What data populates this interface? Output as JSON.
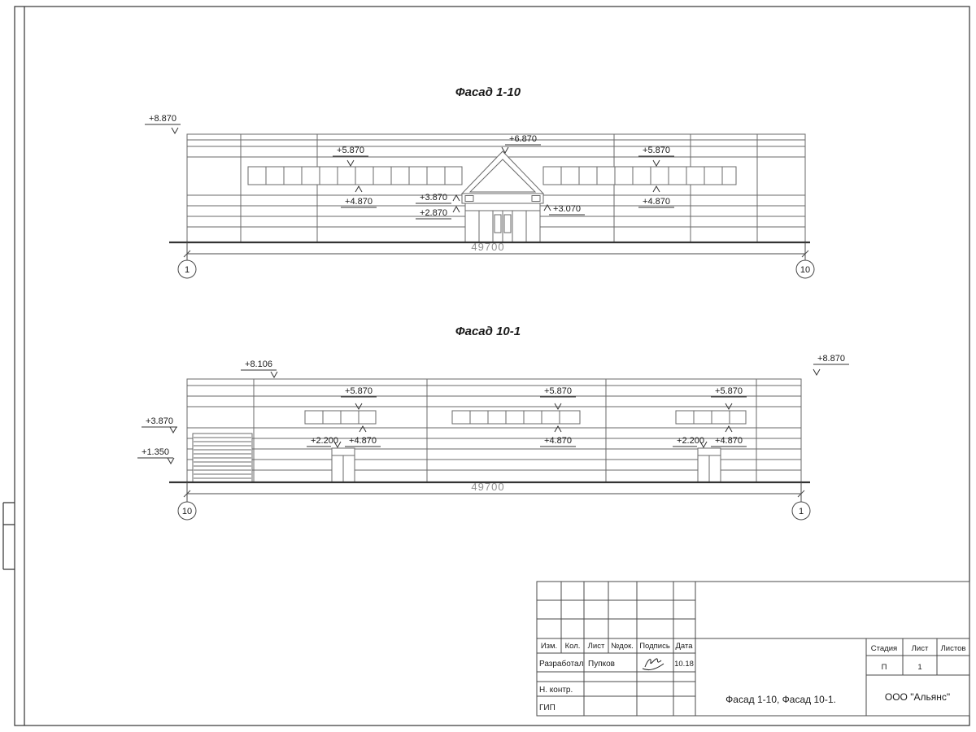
{
  "page": {
    "line_color": "#4a4a4a",
    "dim_color": "#8f8f8f"
  },
  "facade_1_10": {
    "title": "Фасад 1-10",
    "dimension": "49700",
    "axis_left": "1",
    "axis_right": "10",
    "elevations": {
      "roof_left": "+8.870",
      "window_top_left": "+5.870",
      "canopy_peak": "+6.870",
      "window_top_right": "+5.870",
      "window_sill_left": "+4.870",
      "canopy_top": "+3.870",
      "canopy_soffit": "+2.870",
      "entrance_right": "+3.070",
      "window_sill_right": "+4.870"
    }
  },
  "facade_10_1": {
    "title": "Фасад 10-1",
    "dimension": "49700",
    "axis_left": "10",
    "axis_right": "1",
    "elevations": {
      "parapet_left": "+8.106",
      "roof_right": "+8.870",
      "wall_left_upper": "+3.870",
      "wall_left_lower": "+1.350",
      "window_top_1": "+5.870",
      "window_top_2": "+5.870",
      "window_top_3": "+5.870",
      "window_sill_1": "+4.870",
      "window_sill_2": "+4.870",
      "window_sill_3": "+4.870",
      "door_top_1": "+2.200",
      "door_top_2": "+2.200"
    }
  },
  "title_block": {
    "columns": {
      "izm": "Изм.",
      "kol": "Кол.",
      "list": "Лист",
      "ndok": "№док.",
      "podpis": "Подпись",
      "data": "Дата"
    },
    "rows": {
      "developer_label": "Разработал",
      "developer_name": "Пупков",
      "developer_date": "10.18",
      "ncontrol_label": "Н. контр.",
      "gip_label": "ГИП"
    },
    "doc_title": "Фасад 1-10, Фасад 10-1.",
    "stage_label": "Стадия",
    "sheet_label": "Лист",
    "sheets_label": "Листов",
    "stage_value": "П",
    "sheet_value": "1",
    "company": "ООО \"Альянс\""
  }
}
